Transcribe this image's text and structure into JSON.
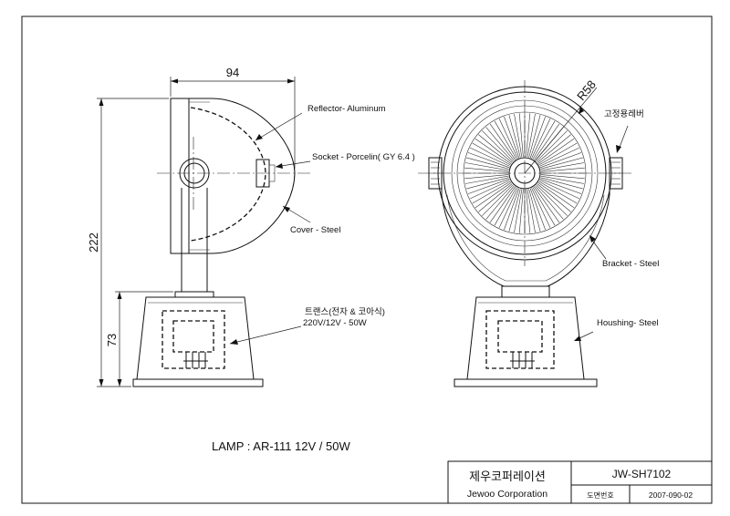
{
  "dimensions": {
    "width_top": "94",
    "height_total": "222",
    "height_base": "73",
    "radius": "R58"
  },
  "callouts": {
    "reflector": "Reflector- Aluminum",
    "socket": "Socket - Porcelin( GY 6.4 )",
    "cover": "Cover - Steel",
    "transformer_line1": "트랜스(전자 & 코아식)",
    "transformer_line2": "220V/12V - 50W",
    "lever": "고정용레버",
    "bracket": "Bracket - Steel",
    "housing": "Houshing- Steel"
  },
  "lamp_spec": "LAMP : AR-111 12V / 50W",
  "title_block": {
    "company_korean": "제우코퍼레이션",
    "company_english": "Jewoo Corporation",
    "model": "JW-SH7102",
    "drawing_no_label": "도면번호",
    "drawing_no": "2007-090-02"
  }
}
